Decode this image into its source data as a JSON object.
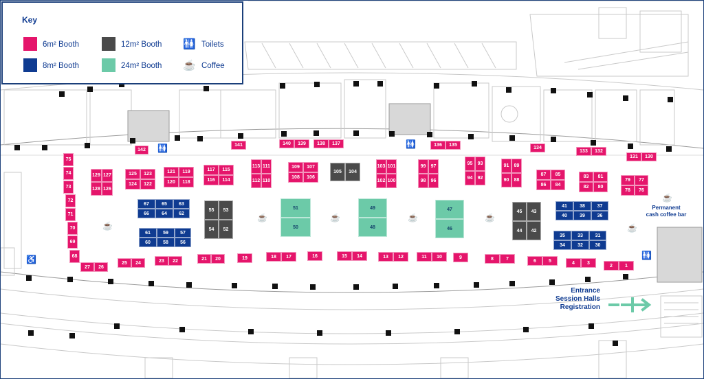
{
  "key": {
    "title": "Key",
    "items": [
      {
        "label": "6m² Booth",
        "color": "#e5156b",
        "kind": "swatch"
      },
      {
        "label": "8m² Booth",
        "color": "#0f3b91",
        "kind": "swatch"
      },
      {
        "label": "12m² Booth",
        "color": "#4a4a4a",
        "kind": "swatch"
      },
      {
        "label": "24m² Booth",
        "color": "#6ccaa8",
        "kind": "swatch"
      },
      {
        "label": "Toilets",
        "icon": "toilets-icon",
        "kind": "icon"
      },
      {
        "label": "Coffee",
        "icon": "coffee-icon",
        "kind": "icon"
      }
    ]
  },
  "labels": {
    "entrance": "Entrance",
    "session_halls": "Session Halls",
    "registration": "Registration",
    "permanent": "Permanent",
    "cash_coffee_bar": "cash coffee bar"
  },
  "booths": {
    "b6": [
      "142",
      "141",
      "140",
      "139",
      "138",
      "137",
      "136",
      "135",
      "134",
      "133",
      "132",
      "131",
      "130",
      "129",
      "127",
      "128",
      "126",
      "125",
      "123",
      "124",
      "122",
      "121",
      "119",
      "120",
      "118",
      "117",
      "115",
      "116",
      "114",
      "113",
      "111",
      "112",
      "110",
      "109",
      "107",
      "108",
      "106",
      "103",
      "101",
      "102",
      "100",
      "99",
      "97",
      "98",
      "96",
      "95",
      "93",
      "94",
      "92",
      "91",
      "89",
      "90",
      "88",
      "87",
      "85",
      "86",
      "84",
      "83",
      "81",
      "82",
      "80",
      "79",
      "77",
      "78",
      "76",
      "75",
      "74",
      "73",
      "72",
      "71",
      "70",
      "69",
      "68",
      "27",
      "26",
      "25",
      "24",
      "23",
      "22",
      "21",
      "20",
      "19",
      "18",
      "17",
      "16",
      "15",
      "14",
      "13",
      "12",
      "11",
      "10",
      "9",
      "8",
      "7",
      "6",
      "5",
      "4",
      "3",
      "2",
      "1"
    ],
    "b8": [
      "67",
      "65",
      "63",
      "66",
      "64",
      "62",
      "61",
      "59",
      "57",
      "60",
      "58",
      "56",
      "41",
      "38",
      "37",
      "40",
      "39",
      "36",
      "35",
      "33",
      "31",
      "34",
      "32",
      "30"
    ],
    "b12": [
      "105",
      "104",
      "55",
      "53",
      "54",
      "52",
      "45",
      "43",
      "44",
      "42"
    ],
    "b24": [
      "51",
      "50",
      "49",
      "48",
      "47",
      "46"
    ]
  }
}
